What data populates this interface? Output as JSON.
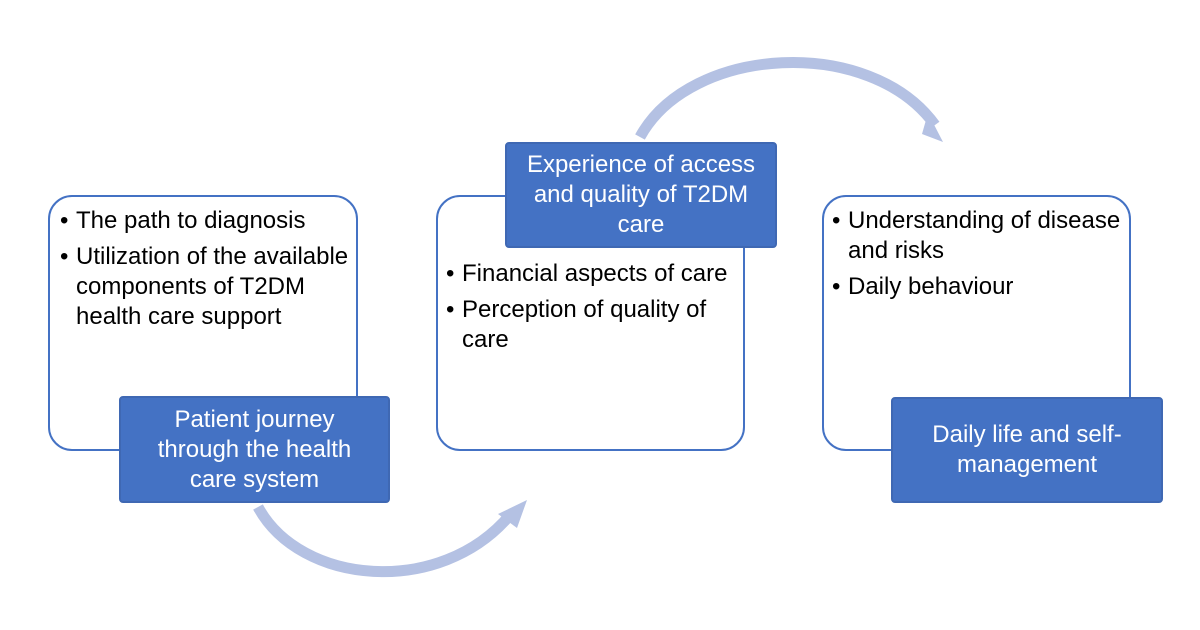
{
  "colors": {
    "box_fill": "#4472C4",
    "box_border": "#4472C4",
    "arrow": "#B4C1E3",
    "text": "#000000",
    "label_text": "#FFFFFF"
  },
  "bullet_glyph": "•",
  "steps": [
    {
      "label": "Patient journey through the health care system",
      "bullets": [
        "The path to diagnosis",
        "Utilization of the available components of T2DM health care support"
      ]
    },
    {
      "label": "Experience of access and quality of T2DM care",
      "bullets": [
        "Financial aspects of care",
        "Perception of quality of care"
      ]
    },
    {
      "label": "Daily life and self-management",
      "bullets": [
        "Understanding of disease and risks",
        "Daily behaviour"
      ]
    }
  ]
}
